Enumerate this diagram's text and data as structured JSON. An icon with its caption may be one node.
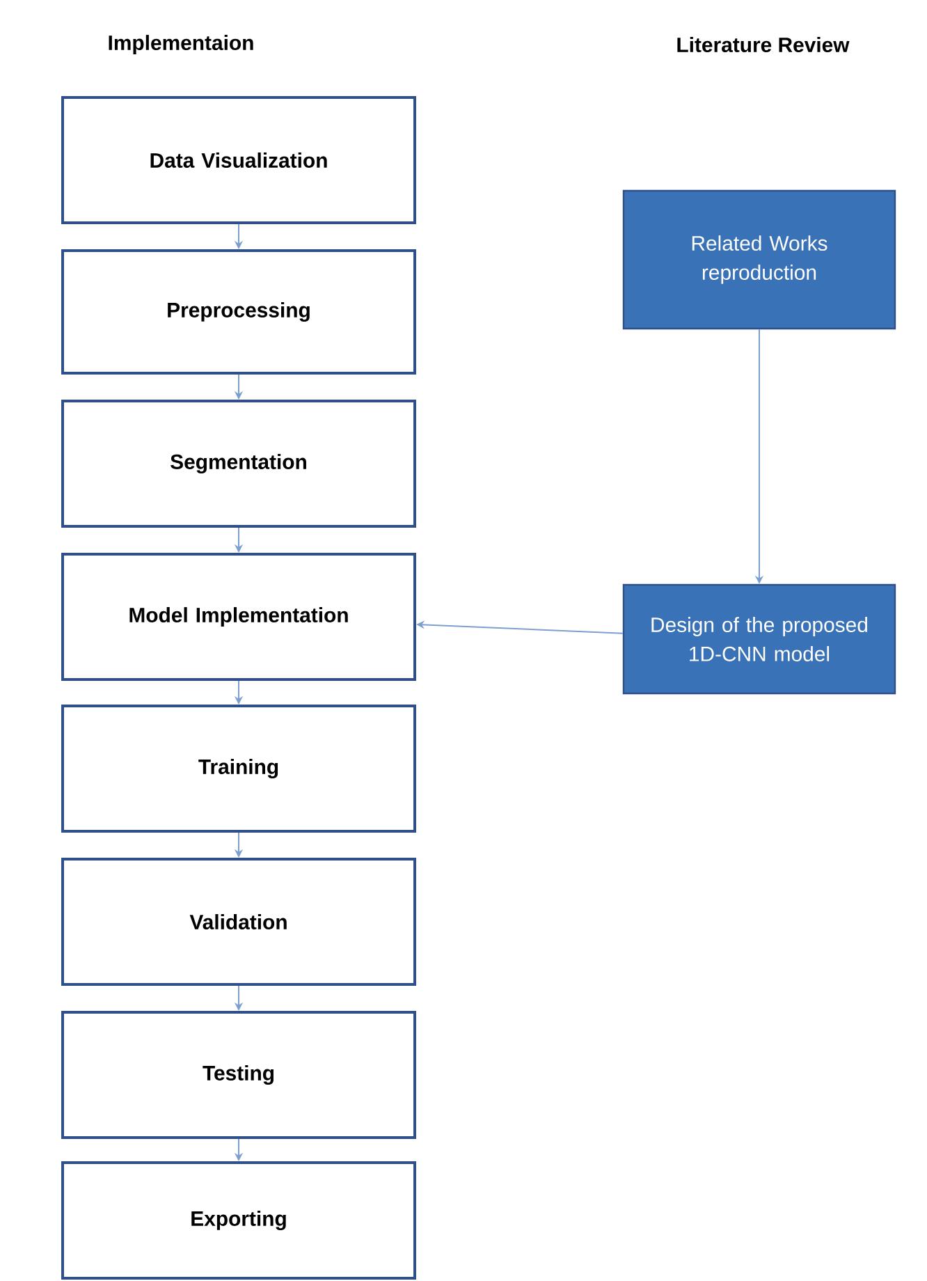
{
  "diagram": {
    "nodes": [
      {
        "text": [
          "Data Visualization"
        ]
      },
      {
        "text": [
          "Preprocessing"
        ]
      },
      {
        "text": [
          "Segmentation"
        ]
      },
      {
        "text": [
          "Model Implementation"
        ]
      },
      {
        "text": [
          "Training"
        ]
      },
      {
        "text": [
          "Validation"
        ]
      },
      {
        "text": [
          "Testing"
        ]
      },
      {
        "text": [
          "Exporting"
        ]
      },
      {
        "text": [
          "Related Works reproduction"
        ]
      },
      {
        "text": [
          "Design of the proposed 1D-CNN model"
        ]
      }
    ],
    "edges": [
      {
        "from": 0,
        "to": 1,
        "arrow": "to"
      },
      {
        "from": 1,
        "to": 2,
        "arrow": "to"
      },
      {
        "from": 2,
        "to": 3,
        "arrow": "to"
      },
      {
        "from": 3,
        "to": 4,
        "arrow": "to"
      },
      {
        "from": 4,
        "to": 5,
        "arrow": "to"
      },
      {
        "from": 5,
        "to": 6,
        "arrow": "to"
      },
      {
        "from": 6,
        "to": 7,
        "arrow": "to"
      },
      {
        "from": 8,
        "to": 9,
        "arrow": "to"
      },
      {
        "from": 9,
        "to": 3,
        "arrow": "to"
      }
    ],
    "labels": [
      "Implementaion",
      "Literature Review"
    ]
  }
}
